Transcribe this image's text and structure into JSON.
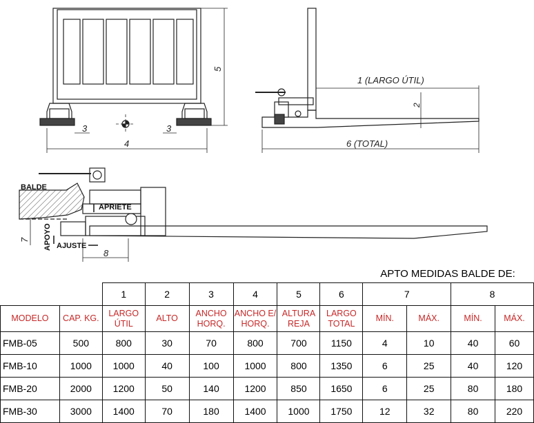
{
  "labels": {
    "largo_util_dim": "1 (LARGO ÚTIL)",
    "total_dim": "6 (TOTAL)",
    "alto_dim": "2",
    "height_dim": "5",
    "width_dim": "4",
    "side_left_dim": "3",
    "side_right_dim": "3",
    "adjust_dim": "7",
    "clamp_dim": "8",
    "balde": "BALDE",
    "apriete": "APRIETE",
    "apoyo": "APOYO",
    "ajuste": "AJUSTE"
  },
  "table": {
    "apto_title": "APTO MEDIDAS BALDE DE:",
    "col_numbers": [
      "1",
      "2",
      "3",
      "4",
      "5",
      "6",
      "7",
      "8"
    ],
    "headers": {
      "modelo": "MODELO",
      "cap": "CAP. KG.",
      "largo_util": [
        "LARGO",
        "ÚTIL"
      ],
      "alto": "ALTO",
      "ancho_horq": [
        "ANCHO",
        "HORQ."
      ],
      "ancho_e_horq": [
        "ANCHO E/",
        "HORQ."
      ],
      "altura_reja": [
        "ALTURA",
        "REJA"
      ],
      "largo_total": [
        "LARGO",
        "TOTAL"
      ],
      "min7": "MÍN.",
      "max7": "MÁX.",
      "min8": "MÍN.",
      "max8": "MÁX."
    },
    "rows": [
      [
        "FMB-05",
        "500",
        "800",
        "30",
        "70",
        "800",
        "700",
        "1150",
        "4",
        "10",
        "40",
        "60"
      ],
      [
        "FMB-10",
        "1000",
        "1000",
        "40",
        "100",
        "1000",
        "800",
        "1350",
        "6",
        "25",
        "40",
        "120"
      ],
      [
        "FMB-20",
        "2000",
        "1200",
        "50",
        "140",
        "1200",
        "850",
        "1650",
        "6",
        "25",
        "80",
        "180"
      ],
      [
        "FMB-30",
        "3000",
        "1400",
        "70",
        "180",
        "1400",
        "1000",
        "1750",
        "12",
        "32",
        "80",
        "220"
      ]
    ]
  }
}
